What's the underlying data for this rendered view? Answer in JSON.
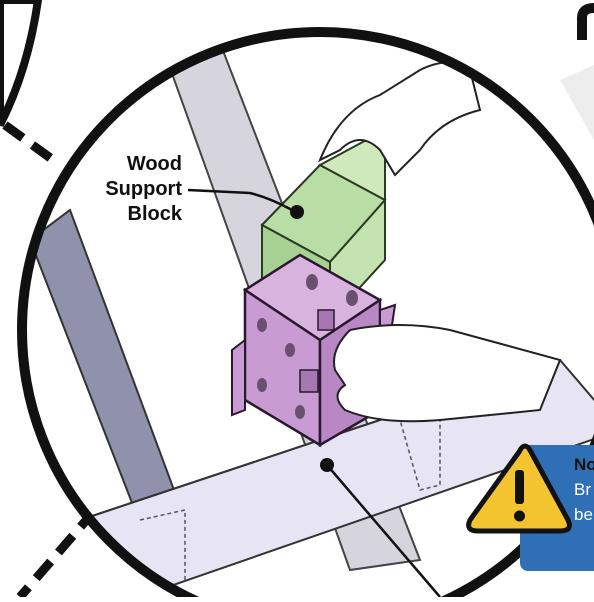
{
  "callout": {
    "label_lines": [
      "Wood",
      "Support",
      "Block"
    ]
  },
  "note": {
    "title_fragment": "No",
    "body_lines": [
      "Br",
      "be"
    ],
    "color": "#2f6fb6",
    "icon": "warning-triangle-icon",
    "icon_color": "#f4c430"
  },
  "colors": {
    "bracket": "#c99bd3",
    "bracket_stroke": "#2a1830",
    "block": "#b9dea5",
    "beam": "#e7e4f4",
    "post": "#8f91ad",
    "circle": "#111111"
  }
}
